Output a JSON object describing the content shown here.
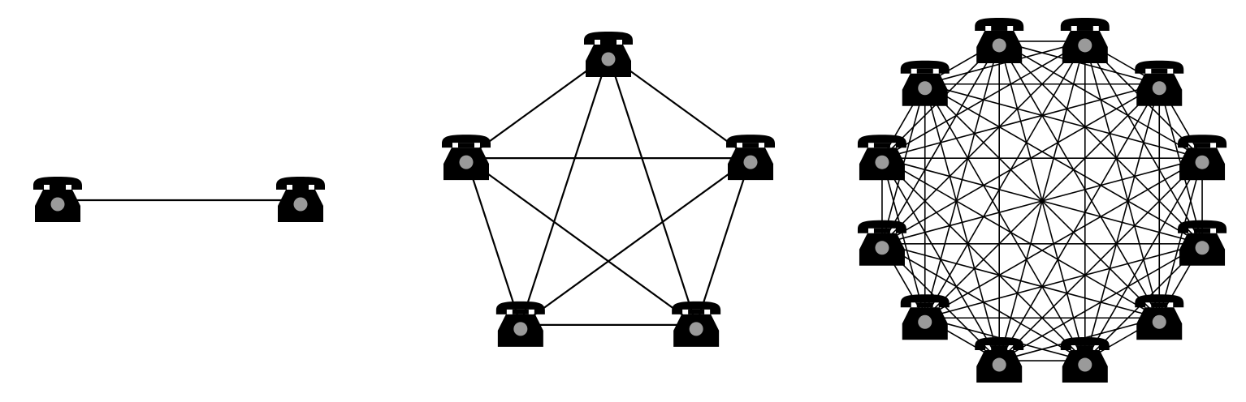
{
  "colors": {
    "background": "#ffffff",
    "line": "#000000",
    "phone_body": "#000000",
    "dial": "#9a9a9a"
  },
  "icon": "telephone-icon",
  "networks": [
    {
      "id": "two-phone-network",
      "phone_count": 2,
      "fully_connected": true
    },
    {
      "id": "five-phone-network",
      "phone_count": 5,
      "fully_connected": true
    },
    {
      "id": "twelve-phone-network",
      "phone_count": 12,
      "fully_connected": true
    }
  ]
}
